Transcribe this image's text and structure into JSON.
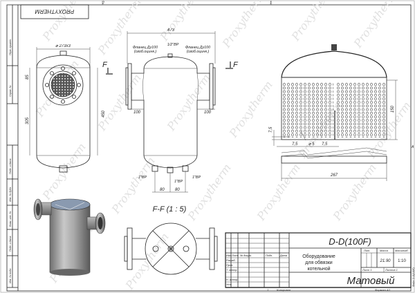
{
  "sheet": {
    "zone_numbers": [
      "2",
      "1"
    ],
    "zone_letter_right": "A",
    "stamp_top": "PROXYTHERM",
    "watermark": "Proxytherm"
  },
  "left_margin": {
    "upper_labels": [
      "Перв. примен.",
      "Справ. №"
    ],
    "lower_labels": [
      "Подп. и дата",
      "Инв. № дубл.",
      "Взам. инв. №",
      "Подп. и дата",
      "Инв. № подл."
    ]
  },
  "front_view": {
    "diameter_label": "⌀ 273x3",
    "dim_85": "85",
    "dim_305": "305",
    "dim_450": "450",
    "section_mark": "F"
  },
  "side_view": {
    "dim_total": "473",
    "flange_left_line1": "Фланец Ду100",
    "flange_left_line2": "(своб.оцинк.)",
    "top_port": "1/2\"ВР",
    "flange_right_line1": "Фланец Ду100",
    "flange_right_line2": "(своб.оцинк.)",
    "dim_left_100": "100",
    "dim_right_100": "100",
    "bottom_port_left": "1\"ВР",
    "bottom_port_center": "1\"ВР",
    "bottom_port_right": "1\"ВР",
    "dim_80_left": "80",
    "dim_80_right": "80",
    "section_mark": "F"
  },
  "section_view": {
    "title": "F-F (1 : 5)"
  },
  "detail_view": {
    "dim_150": "150",
    "dim_7_5_vertical": "7,5",
    "dim_7_5_left": "7,5",
    "hole_diameter": "⌀ 5",
    "dim_7_5_right": "7,5",
    "dim_267": "267"
  },
  "title_block": {
    "designation": "D-D(100F)",
    "name_line1": "Оборудование",
    "name_line2": "для обвязки",
    "name_line3": "котельной",
    "finish": "Матовый",
    "col_headers": [
      "Изм",
      "Лист",
      "№ докум.",
      "Подп.",
      "Дата"
    ],
    "roles": [
      "Разраб.",
      "Пров.",
      "Т. контр.",
      "",
      "Н. контр.",
      "Утв."
    ],
    "lit_label": "Лит.",
    "mass_label": "Масса",
    "scale_label": "Масштаб",
    "mass_value": "21.90",
    "scale_value": "1:10",
    "sheet_label": "Лист 1",
    "sheets_label": "Листов 1",
    "copied": "Копировал",
    "format": "Формат А3",
    "copied_num": "1",
    "side_code": "Файл: D-D(100F)"
  }
}
